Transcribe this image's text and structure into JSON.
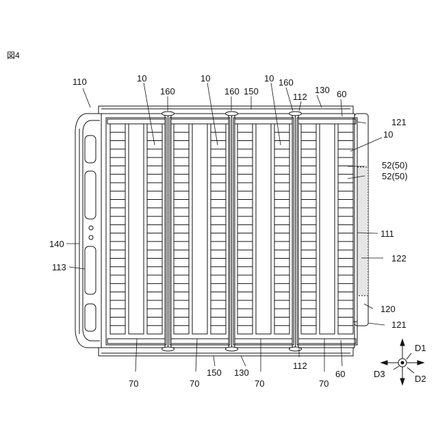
{
  "figure": {
    "title": "図4"
  },
  "labels": {
    "l110": "110",
    "l10_a": "10",
    "l10_b": "10",
    "l10_c": "10",
    "l10_d": "10",
    "l160_a": "160",
    "l160_b": "160",
    "l160_c": "160",
    "l150_top": "150",
    "l112_top": "112",
    "l130_top": "130",
    "l60_top": "60",
    "l121_top": "121",
    "l52_a": "52(50)",
    "l52_b": "52(50)",
    "l111": "111",
    "l122": "122",
    "l120": "120",
    "l121_bot": "121",
    "l140": "140",
    "l113": "113",
    "l70_a": "70",
    "l70_b": "70",
    "l70_c": "70",
    "l70_d": "70",
    "l150_bot": "150",
    "l130_bot": "130",
    "l112_bot": "112",
    "l60_bot": "60"
  },
  "direction_indicator": {
    "d1": "D1",
    "d2": "D2",
    "d3": "D3"
  },
  "structure": {
    "module_columns": 4,
    "cell_rows_per_column": 25
  }
}
